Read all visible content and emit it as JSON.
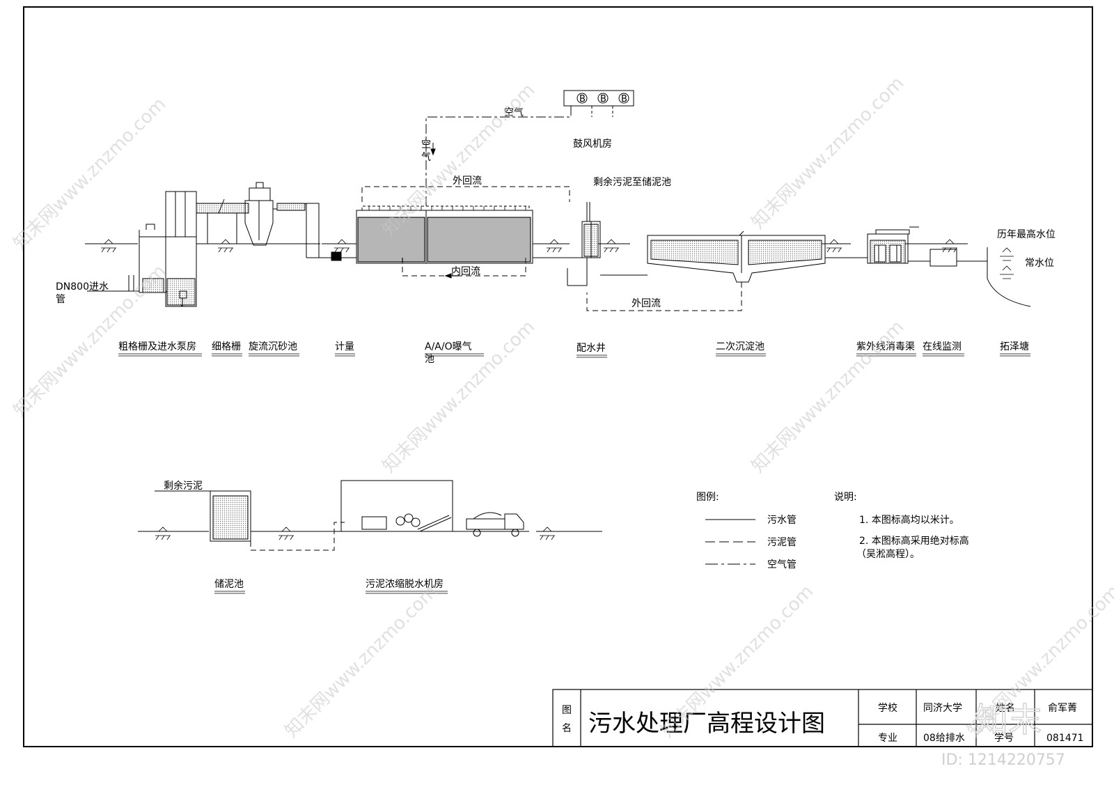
{
  "top_labels": {
    "air_horizontal": "空气",
    "air_vertical_1": "空",
    "air_vertical_2": "气",
    "blower_room": "鼓风机房",
    "external_return_top": "外回流",
    "excess_sludge_to_storage": "剩余污泥至储泥池",
    "internal_return": "内回流",
    "external_return_bottom": "外回流",
    "highest_water_level": "历年最高水位",
    "normal_water_level": "常水位",
    "inlet_pipe_1": "DN800进水",
    "inlet_pipe_2": "管",
    "blower_symbol": "B"
  },
  "process_units": [
    "粗格栅及进水泵房",
    "细格栅",
    "旋流沉砂池",
    "计量",
    "A/A/O曝气",
    "池",
    "配水井",
    "二次沉淀池",
    "紫外线消毒渠",
    "在线监测",
    "拓泽塘"
  ],
  "sludge_section": {
    "excess_sludge": "剩余污泥",
    "storage_tank": "储泥池",
    "dewatering_room": "污泥浓缩脱水机房"
  },
  "legend": {
    "title": "图例:",
    "items": [
      "污水管",
      "污泥管",
      "空气管"
    ]
  },
  "notes": {
    "title": "说明:",
    "items": [
      "1. 本图标高均以米计。",
      "2. 本图标高采用绝对标高",
      "（吴淞高程）。"
    ]
  },
  "title_block": {
    "drawing_name_label_1": "图",
    "drawing_name_label_2": "名",
    "drawing_title": "污水处理厂高程设计图",
    "school_label": "学校",
    "school_value": "同济大学",
    "name_label": "姓名",
    "name_value": "俞军菁",
    "major_label": "专业",
    "major_value": "08给排水",
    "student_id_label": "学号",
    "student_id_value": "081471"
  },
  "watermark": {
    "text": "知末网www.znzmo.com",
    "logo": "知末",
    "id": "ID: 1214220757"
  }
}
